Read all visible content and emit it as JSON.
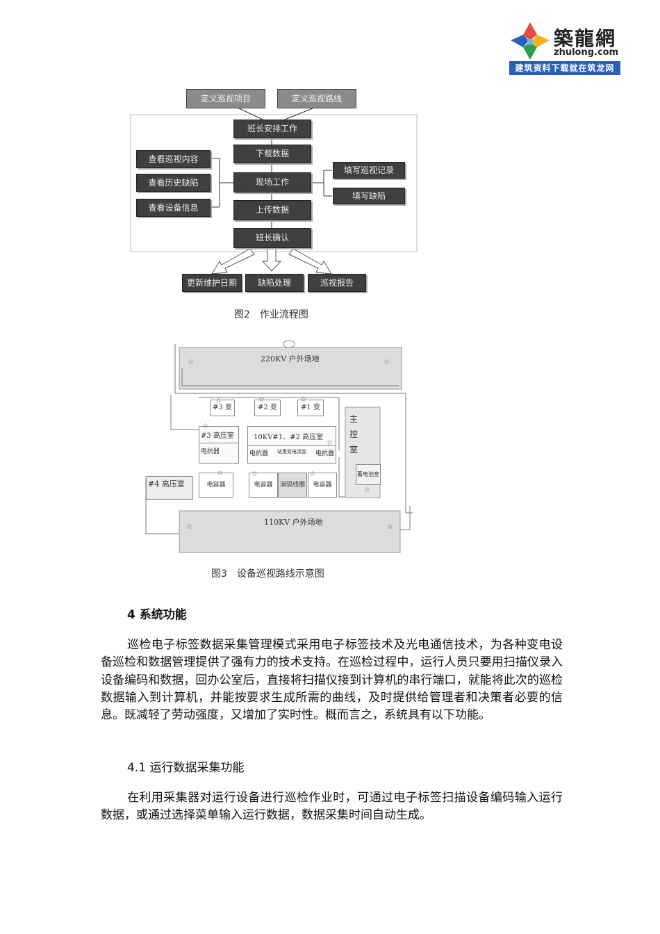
{
  "logo": {
    "brand_cn": "築龍網",
    "brand_en": "zhulong.com",
    "banner": "建筑资料下载就在筑龙网"
  },
  "figure2": {
    "top_boxes": [
      "定义巡视项目",
      "定义巡视路线"
    ],
    "center_boxes": [
      "班长安排工作",
      "下载数据",
      "现场工作",
      "上传数据",
      "班长确认"
    ],
    "left_boxes": [
      "查看巡视内容",
      "查看历史缺陷",
      "查看设备信息"
    ],
    "right_boxes": [
      "填写巡视记录",
      "填写缺陷"
    ],
    "bottom_boxes": [
      "更新维护日期",
      "缺陷处理",
      "巡视报告"
    ],
    "caption": "图2　作业流程图"
  },
  "figure3": {
    "outdoor_220": "220KV 户外场地",
    "outdoor_110": "110KV 户外场地",
    "trans1": "#1 变",
    "trans2": "#2 变",
    "trans3": "#3 变",
    "main_control": [
      "主",
      "控",
      "室"
    ],
    "battery_room": "蓄电池室",
    "hv_room_3": "#3 高压室",
    "hv_room_12": "10KV#1、#2 高压室",
    "reactor_left": "电抗器",
    "reactor_mid": "电抗器",
    "small_label": "站用变电流变",
    "reactor_right": "电抗器",
    "hv_room_4": "#4 高压室",
    "cap_left": "电容器",
    "cap_mid": "电容器",
    "arc_coil": "消弧线圈",
    "cap_right": "电容器",
    "caption": "图3　设备巡视路线示意图"
  },
  "section4": {
    "heading": "4 系统功能",
    "para1": "巡检电子标签数据采集管理模式采用电子标签技术及光电通信技术，为各种变电设备巡检和数据管理提供了强有力的技术支持。在巡检过程中，运行人员只要用扫描仪录入设备编码和数据，回办公室后，直接将扫描仪接到计算机的串行端口，就能将此次的巡检数据输入到计算机，并能按要求生成所需的曲线，及时提供给管理者和决策者必要的信息。既减轻了劳动强度，又增加了实时性。概而言之，系统具有以下功能。",
    "sub1": "4.1 运行数据采集功能",
    "para2": "在利用采集器对运行设备进行巡检作业时，可通过电子标签扫描设备编码输入运行数据，或通过选择菜单输入运行数据，数据采集时间自动生成。"
  }
}
